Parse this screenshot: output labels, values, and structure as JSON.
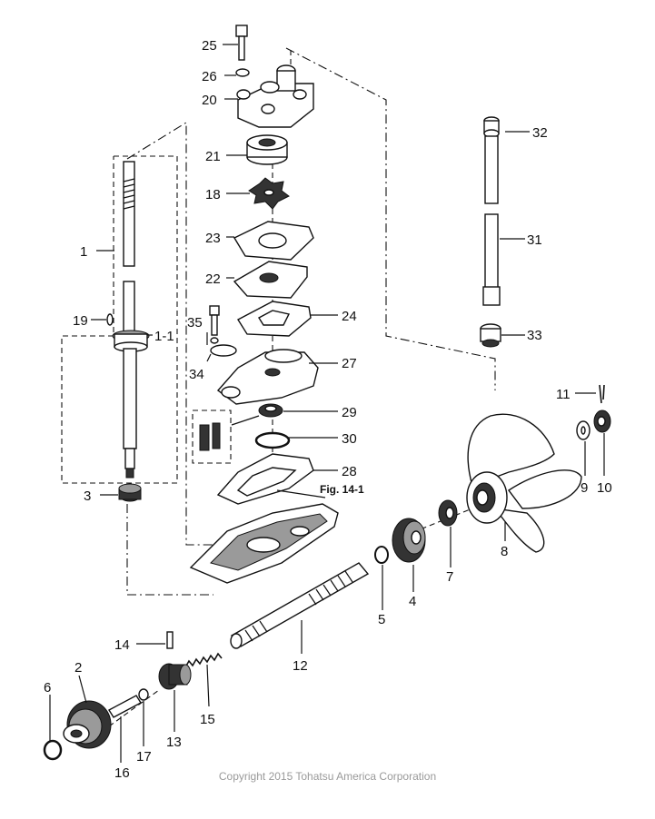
{
  "figure_label": "Fig. 14-1",
  "copyright": "Copyright 2015 Tohatsu America Corporation",
  "callouts": [
    "1",
    "1-1",
    "2",
    "3",
    "4",
    "5",
    "6",
    "7",
    "8",
    "9",
    "10",
    "11",
    "12",
    "13",
    "14",
    "15",
    "16",
    "17",
    "18",
    "19",
    "20",
    "21",
    "22",
    "23",
    "24",
    "25",
    "26",
    "27",
    "28",
    "29",
    "30",
    "31",
    "32",
    "33",
    "34",
    "35"
  ]
}
